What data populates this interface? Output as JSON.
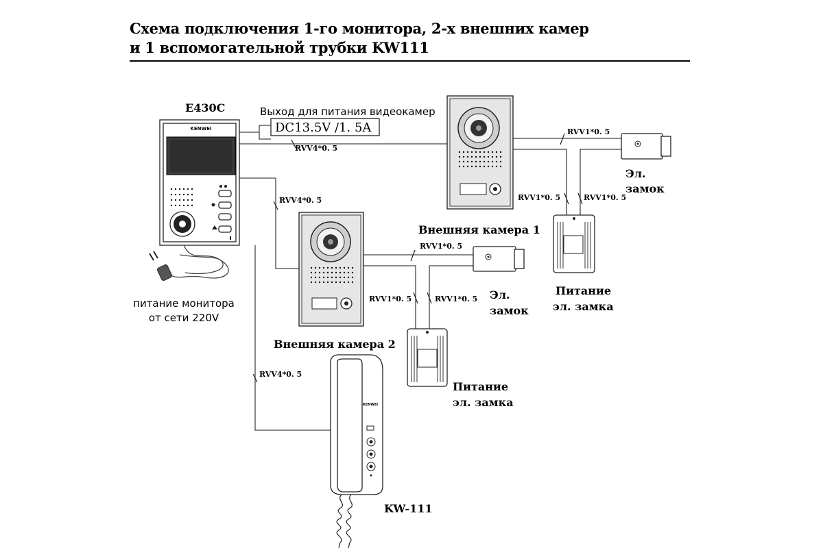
{
  "header": {
    "title_line1": "Схема подключения 1-го монитора, 2-х внешних камер",
    "title_line2": "и 1 вспомогательной трубки KW111"
  },
  "monitor": {
    "model": "E430C",
    "brand": "KENWEI",
    "power_note_line1": "питание монитора",
    "power_note_line2": "от сети 220V"
  },
  "power_output": {
    "label": "Выход для питания видеокамер",
    "spec": "DC13.5V /1. 5A"
  },
  "cables": {
    "c1": "RVV4*0. 5",
    "c2": "RVV4*0. 5",
    "c3": "RVV4*0. 5",
    "c4": "RVV1*0. 5",
    "c5": "RVV1*0. 5",
    "c6": "RVV1*0. 5",
    "c7": "RVV1*0. 5",
    "c8": "RVV1*0. 5",
    "c9": "RVV1*0. 5"
  },
  "camera1": {
    "label": "Внешняя камера 1"
  },
  "camera2": {
    "label": "Внешняя камера 2"
  },
  "lock1": {
    "line1": "Эл.",
    "line2": "замок"
  },
  "lock2": {
    "line1": "Эл.",
    "line2": "замок"
  },
  "psu1": {
    "line1": "Питание",
    "line2": "эл. замка"
  },
  "psu2": {
    "line1": "Питание",
    "line2": "эл. замка"
  },
  "handset": {
    "model": "KW-111",
    "brand": "KENWEI"
  }
}
